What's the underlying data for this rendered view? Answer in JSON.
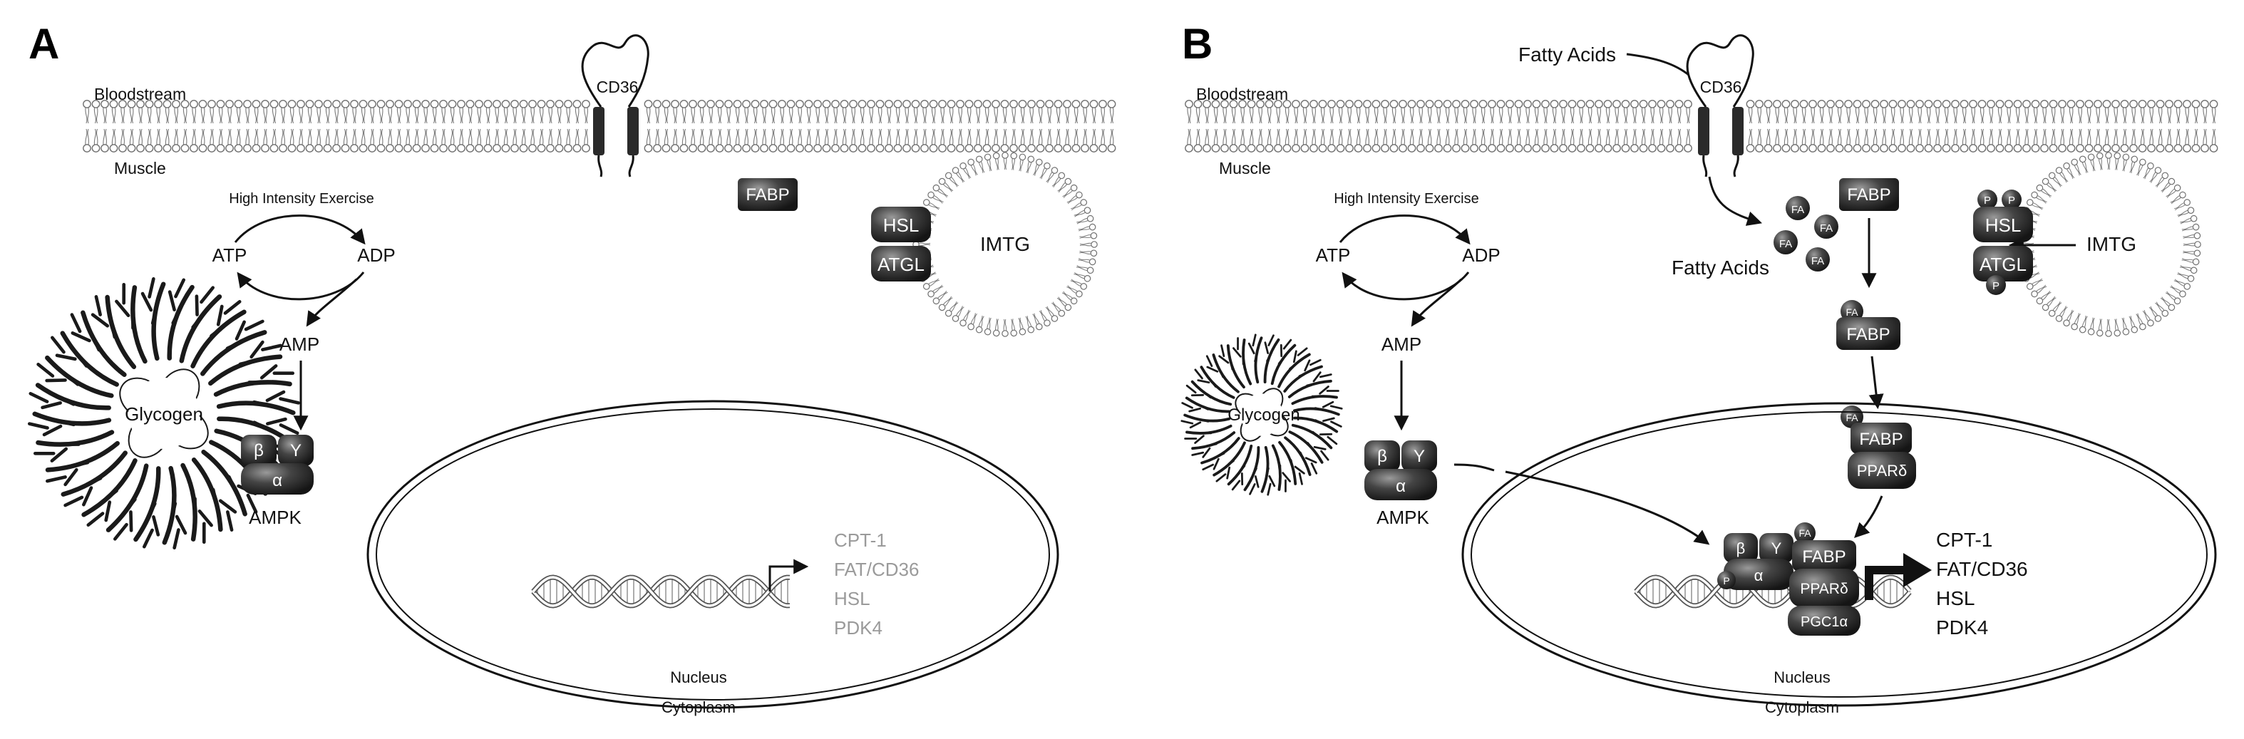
{
  "panels": [
    {
      "letter": "A",
      "bloodstream": "Bloodstream",
      "muscle": "Muscle",
      "cd36": "CD36",
      "exercise": "High Intensity Exercise",
      "atp": "ATP",
      "adp": "ADP",
      "amp": "AMP",
      "glycogen": "Glycogen",
      "ampk": "AMPK",
      "beta": "β",
      "gamma": "Y",
      "alpha": "α",
      "fabp": "FABP",
      "hsl": "HSL",
      "atgl": "ATGL",
      "imtg": "IMTG",
      "nucleus": "Nucleus",
      "cytoplasm": "Cytoplasm",
      "genes": [
        "CPT-1",
        "FAT/CD36",
        "HSL",
        "PDK4"
      ]
    },
    {
      "letter": "B",
      "bloodstream": "Bloodstream",
      "muscle": "Muscle",
      "cd36": "CD36",
      "fatty_acids_top": "Fatty Acids",
      "fatty_acids_mid": "Fatty Acids",
      "exercise": "High Intensity Exercise",
      "atp": "ATP",
      "adp": "ADP",
      "amp": "AMP",
      "glycogen": "Glycogen",
      "ampk": "AMPK",
      "beta": "β",
      "gamma": "Y",
      "alpha": "α",
      "fabp": "FABP",
      "fa": "FA",
      "p": "P",
      "hsl": "HSL",
      "atgl": "ATGL",
      "imtg": "IMTG",
      "ppar": "PPARδ",
      "pgc": "PGC1α",
      "nucleus": "Nucleus",
      "cytoplasm": "Cytoplasm",
      "genes": [
        "CPT-1",
        "FAT/CD36",
        "HSL",
        "PDK4"
      ]
    }
  ],
  "colors": {
    "protein_dark": "#2b2b2b",
    "ink": "#111111",
    "faded_gene": "#9a9a9a",
    "lipid": "#777777"
  }
}
